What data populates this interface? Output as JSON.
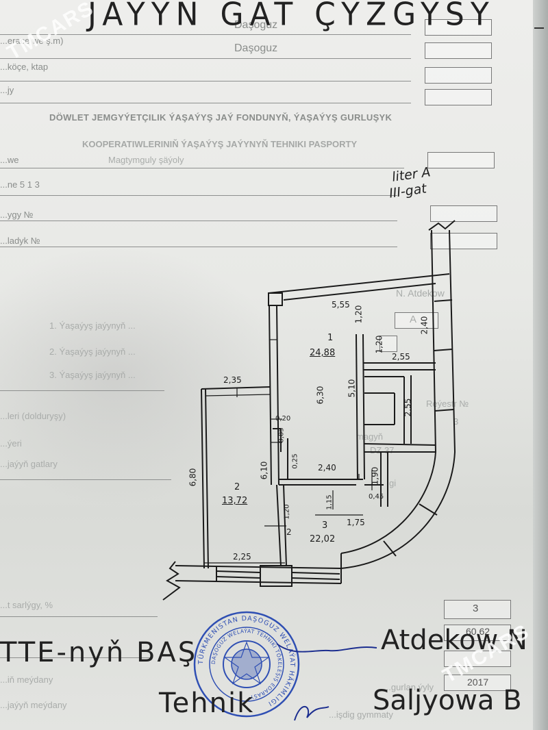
{
  "header": {
    "handwritten_title": "JAYYN GAT ÇYZGYSY",
    "city_1": "Daşoguz",
    "field_1": "...erace we ş.m)",
    "city_2": "Daşoguz",
    "field_2": "...köçe, ktap",
    "field_3": "...jy"
  },
  "doc_title": {
    "line_1": "DÖWLET JEMGYÝETÇILIK ÝAŞAÝYŞ JAÝ FONDUNYŇ, ÝAŞAÝYŞ GURLUŞYK",
    "line_2": "KOOPERATIWLERINIŇ ÝAŞAÝYŞ JAÝYNYŇ TEHNIKI PASPORTY",
    "owner": "Magtymguly şäýoly"
  },
  "fields": {
    "row_a": "...we",
    "row_b": "...ne 5 1 3",
    "row_c": "...ygy №",
    "row_d": "...ladyk №"
  },
  "annotation": {
    "liter": "liter A",
    "floor": "III-gat"
  },
  "bg_text": {
    "n_name": "N. Atdekow",
    "liter_box": "A",
    "reg_no": "Reýestr №",
    "reg_val": "3",
    "dz": "DZ  37",
    "magyn": "magyň",
    "item1": "1. Ýaşaýyş jaýynyň ...",
    "item2": "2. Ýaşaýyş jaýynyň ...",
    "item3": "3. Ýaşaýyş jaýynyň ...",
    "lbl_a": "...leri (dolduryşy)",
    "lbl_b": "...ýeri",
    "lbl_c": "...jaýyň gatlary",
    "gi": "gi",
    "b60": "60"
  },
  "rooms": [
    {
      "num": "1",
      "area": "24,88"
    },
    {
      "num": "2",
      "area": "13,72"
    },
    {
      "num": "3",
      "area": "22,02"
    }
  ],
  "dimensions": {
    "d555": "5,55",
    "d120": "1,20",
    "d240a": "2,40",
    "d120b": "1,20",
    "d255": "2,55",
    "d630": "6,30",
    "d510": "5,10",
    "d255b": "2,55",
    "d235": "2,35",
    "d020": "0,20",
    "d005": "0,05",
    "d610": "6,10",
    "d025": "0,25",
    "d240": "2,40",
    "d680": "6,80",
    "d190": "1,90",
    "d045": "0,45",
    "d115": "1,15",
    "d120c": "1,20",
    "d2": "2",
    "d175": "1,75",
    "d225": "2,25"
  },
  "footer": {
    "label_a": "...t sarlýgy, %",
    "label_b": "...iň meýdany",
    "label_c": "...jaýyň meýdany",
    "label_d": "...işdig gymmaty",
    "label_e": "...gurlan ýyly",
    "val_3": "3",
    "val_60": "60,62",
    "val_2017": "2017",
    "org": "TTE-nyň BAŞ",
    "tech": "Tehnik",
    "name_1": "Atdekow N",
    "name_2": "Saljyowa B"
  },
  "stamp": {
    "outer": "TÜRKMENISTAN DAŞOGUZ WELAÝAT HÄKIMLIGI",
    "inner": "DAŞOGUZ WELAÝAT TEHNIKI TÖKELEŞIŞ EDARASY"
  },
  "watermark": "TMCARS",
  "colors": {
    "paper": "#eeeeec",
    "ink": "#1d1d1d",
    "print": "#8a8d8b",
    "stamp": "#2f4fb3"
  }
}
